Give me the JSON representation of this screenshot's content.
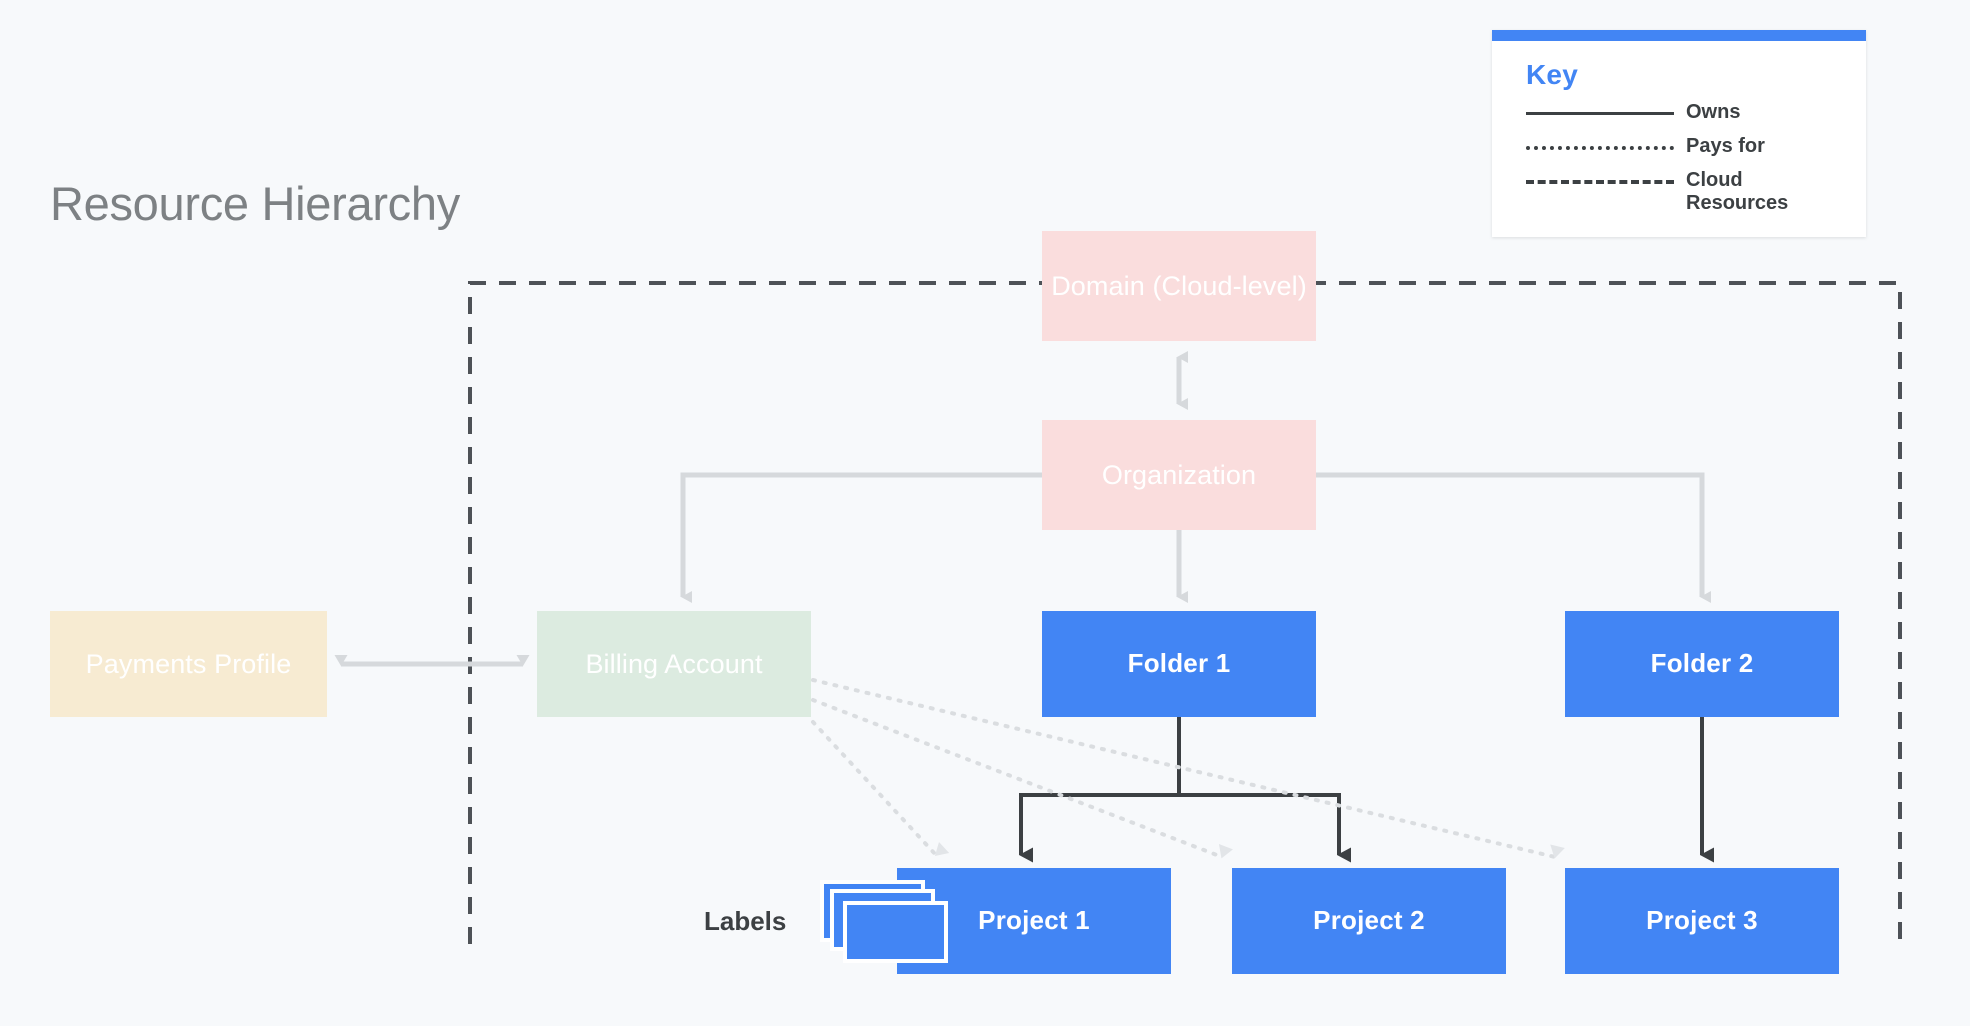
{
  "page": {
    "title": "Resource Hierarchy",
    "background_color": "#F7F9FB"
  },
  "key": {
    "title": "Key",
    "accent_color": "#4285F4",
    "rows": [
      {
        "style": "solid",
        "label": "Owns"
      },
      {
        "style": "dotted",
        "label": "Pays for"
      },
      {
        "style": "dashed",
        "label": "Cloud Resources"
      }
    ]
  },
  "nodes": {
    "domain": {
      "label": "Domain (Cloud-level)",
      "color": "#FADDDD"
    },
    "organization": {
      "label": "Organization",
      "color": "#FADDDD"
    },
    "payments": {
      "label": "Payments Profile",
      "color": "#F7EBD2"
    },
    "billing": {
      "label": "Billing Account",
      "color": "#DCEBE0"
    },
    "folder1": {
      "label": "Folder 1",
      "color": "#4285F4"
    },
    "folder2": {
      "label": "Folder 2",
      "color": "#4285F4"
    },
    "project1": {
      "label": "Project 1",
      "color": "#4285F4"
    },
    "project2": {
      "label": "Project 2",
      "color": "#4285F4"
    },
    "project3": {
      "label": "Project 3",
      "color": "#4285F4"
    }
  },
  "annotations": {
    "labels": "Labels"
  },
  "colors": {
    "accent_blue": "#4285F4",
    "pink": "#FADDDD",
    "green": "#DCEBE0",
    "cream": "#F7EBD2",
    "dark_line": "#3C4043",
    "light_line": "#D6D9DC",
    "title_gray": "#7D8184"
  }
}
